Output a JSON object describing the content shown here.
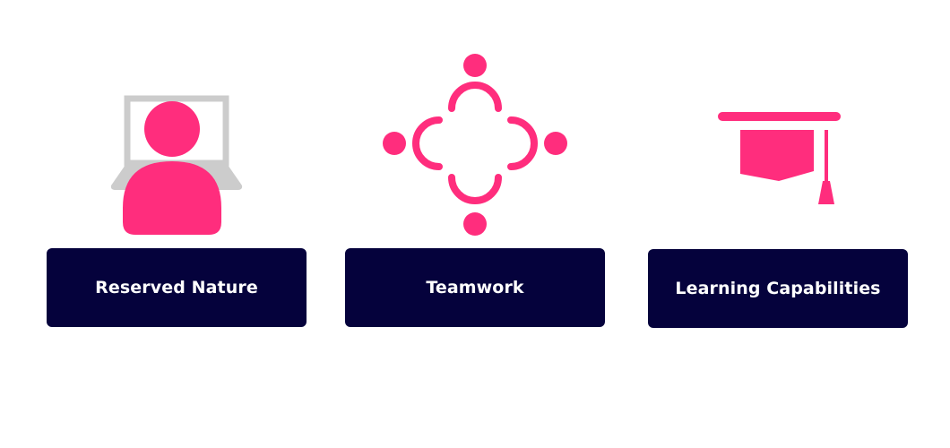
{
  "colors": {
    "accent": "#ff2d7d",
    "label_background": "#05023c",
    "label_text": "#ffffff",
    "laptop_gray": "#cccccc"
  },
  "cards": [
    {
      "label": "Reserved Nature",
      "icon": "person-at-laptop-icon"
    },
    {
      "label": "Teamwork",
      "icon": "team-circle-icon"
    },
    {
      "label": "Learning Capabilities",
      "icon": "graduation-cap-icon"
    }
  ]
}
